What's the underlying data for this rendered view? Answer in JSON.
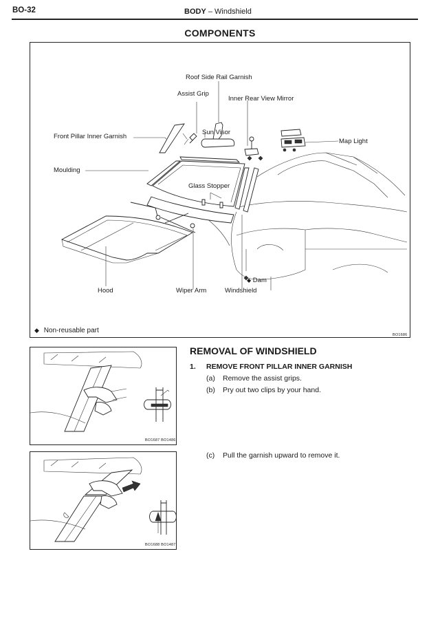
{
  "header": {
    "page_number": "BO-32",
    "section": "BODY",
    "separator": "–",
    "subsection": "Windshield"
  },
  "components": {
    "title": "COMPONENTS",
    "labels": {
      "roof_side_rail_garnish": "Roof Side Rail Garnish",
      "assist_grip": "Assist Grip",
      "inner_rear_view_mirror": "Inner Rear View Mirror",
      "front_pillar_inner_garnish": "Front Pillar Inner Garnish",
      "sun_visor": "Sun Visor",
      "map_light": "Map Light",
      "moulding": "Moulding",
      "glass_stopper": "Glass Stopper",
      "dam": "Dam",
      "hood": "Hood",
      "wiper_arm": "Wiper Arm",
      "windshield": "Windshield"
    },
    "legend": "Non-reusable part",
    "figure_code": "BO1686"
  },
  "removal": {
    "title": "REMOVAL OF WINDSHIELD",
    "step_number": "1.",
    "step_title": "REMOVE FRONT PILLAR INNER GARNISH",
    "substeps": [
      {
        "key": "(a)",
        "text": "Remove the assist grips."
      },
      {
        "key": "(b)",
        "text": "Pry out two clips by your hand."
      },
      {
        "key": "(c)",
        "text": "Pull the garnish upward to remove it."
      }
    ],
    "figure1_code": "BO1687 BO1486",
    "figure2_code": "BO1688 BO1487"
  }
}
